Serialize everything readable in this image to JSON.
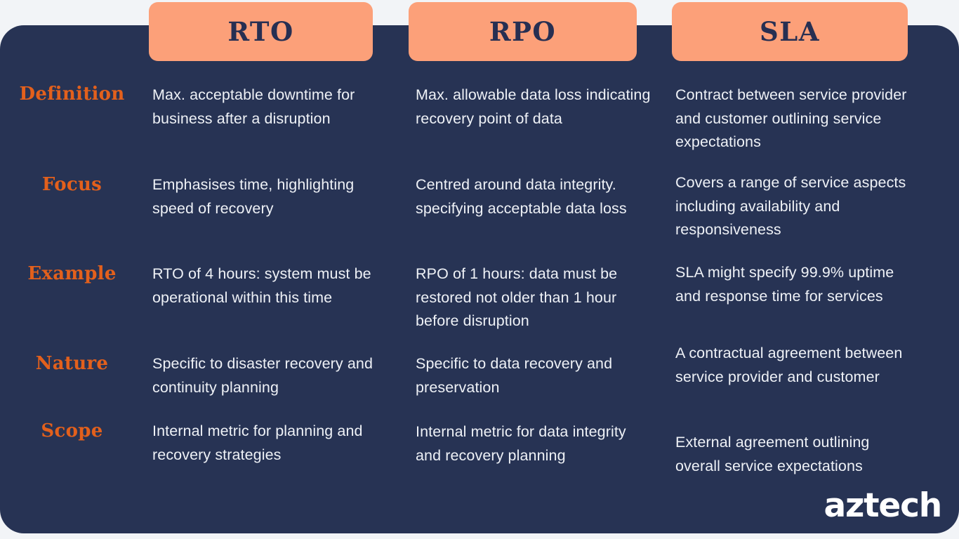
{
  "page": {
    "background_color": "#f2f4f7",
    "card_color": "#273354",
    "accent_orange": "#e3601c",
    "pill_color": "#fca079",
    "body_text_color": "#eef1f6"
  },
  "brand": {
    "logo_text": "aztech"
  },
  "columns": [
    {
      "id": "rto",
      "header": "RTO"
    },
    {
      "id": "rpo",
      "header": "RPO"
    },
    {
      "id": "sla",
      "header": "SLA"
    }
  ],
  "rows": [
    {
      "id": "definition",
      "label": "Definition",
      "rto": "Max. acceptable downtime for business after a disruption",
      "rpo": "Max. allowable data loss indicating recovery point of data",
      "sla": "Contract between service provider and customer outlining service expectations"
    },
    {
      "id": "focus",
      "label": "Focus",
      "rto": "Emphasises time, highlighting speed of recovery",
      "rpo": "Centred around data integrity. specifying acceptable data loss",
      "sla": "Covers a range of service aspects including availability and responsiveness"
    },
    {
      "id": "example",
      "label": "Example",
      "rto": "RTO of 4 hours: system must be operational within this time",
      "rpo": "RPO of 1 hours: data must be restored not older than 1 hour before disruption",
      "sla": "SLA might specify 99.9% uptime and response time for services"
    },
    {
      "id": "nature",
      "label": "Nature",
      "rto": "Specific to disaster recovery and continuity planning",
      "rpo": "Specific to data recovery and preservation",
      "sla": "A contractual agreement between service provider and customer"
    },
    {
      "id": "scope",
      "label": "Scope",
      "rto": "Internal metric for planning and recovery strategies",
      "rpo": "Internal metric for data integrity and recovery planning",
      "sla": "External agreement outlining overall service expectations"
    }
  ]
}
